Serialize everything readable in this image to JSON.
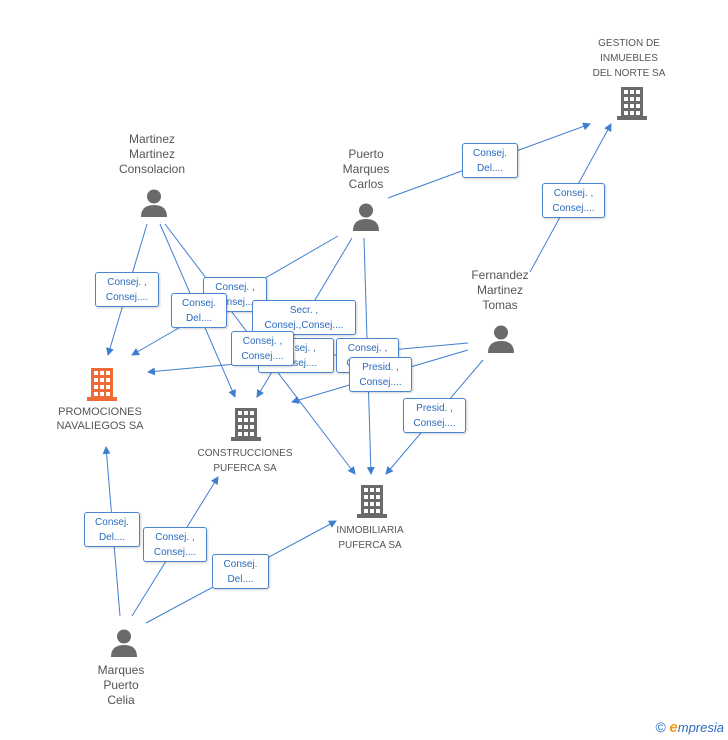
{
  "colors": {
    "edge": "#3f7fd0",
    "person": "#6a6a6a",
    "company": "#6a6a6a",
    "highlight": "#f06a35"
  },
  "nodes": {
    "martinez_consolacion": {
      "label": "Martinez\nMartinez\nConsolacion",
      "icon": "person-icon"
    },
    "puerto_carlos": {
      "label": "Puerto\nMarques\nCarlos",
      "icon": "person-icon"
    },
    "fernandez_tomas": {
      "label": "Fernandez\nMartinez\nTomas",
      "icon": "person-icon"
    },
    "marques_celia": {
      "label": "Marques\nPuerto\nCelia",
      "icon": "person-icon"
    },
    "gestion_norte": {
      "label": "GESTION DE\nINMUEBLES\nDEL NORTE SA",
      "icon": "building-icon"
    },
    "promociones": {
      "label": "PROMOCIONES\nNAVALIEGOS SA",
      "icon": "building-icon"
    },
    "construcciones": {
      "label": "CONSTRUCCIONES\nPUFERCA SA",
      "icon": "building-icon"
    },
    "inmobiliaria": {
      "label": "INMOBILIARIA\nPUFERCA SA",
      "icon": "building-icon"
    }
  },
  "relations": [
    {
      "id": "r1",
      "label": "Consej.\nDel...."
    },
    {
      "id": "r2",
      "label": "Consej. ,\nConsej...."
    },
    {
      "id": "r3",
      "label": "Consej. ,\nConsej...."
    },
    {
      "id": "r4",
      "label": "Consej.\nDel...."
    },
    {
      "id": "r5",
      "label": "Consej. ,\nConsej...."
    },
    {
      "id": "r6",
      "label": "Secr. ,\nConsej.,Consej...."
    },
    {
      "id": "r7",
      "label": "Consej. ,\nConsej...."
    },
    {
      "id": "r8",
      "label": "Consej. ,\nConsej...."
    },
    {
      "id": "r9",
      "label": "Consej. ,\nConsej...."
    },
    {
      "id": "r10",
      "label": "Presid. ,\nConsej...."
    },
    {
      "id": "r11",
      "label": "Presid. ,\nConsej...."
    },
    {
      "id": "r12",
      "label": "Consej.\nDel...."
    },
    {
      "id": "r13",
      "label": "Consej. ,\nConsej...."
    },
    {
      "id": "r14",
      "label": "Consej.\nDel...."
    }
  ],
  "footer": {
    "copyright": "©",
    "brand_initial": "e",
    "brand_rest": "mpresia"
  }
}
